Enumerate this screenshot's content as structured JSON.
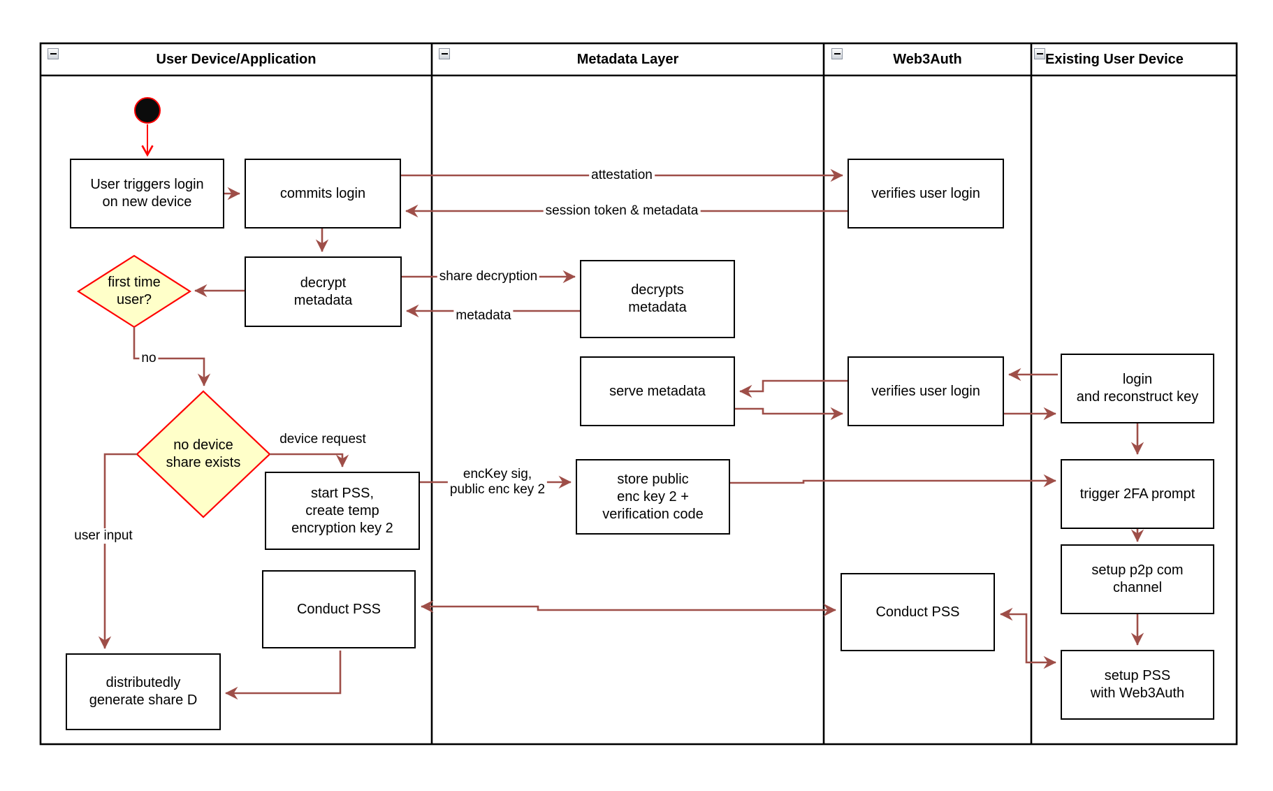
{
  "lanes": [
    {
      "title": "User Device/Application"
    },
    {
      "title": "Metadata Layer"
    },
    {
      "title": "Web3Auth"
    },
    {
      "title": "Existing User Device"
    }
  ],
  "nodes": {
    "trigger": {
      "label": "User triggers login\non new device"
    },
    "commit": {
      "label": "commits login"
    },
    "decrypt": {
      "label": "decrypt\nmetadata"
    },
    "first_time": {
      "label": "first time\nuser?"
    },
    "no_device": {
      "label": "no device\nshare exists"
    },
    "start_pss": {
      "label": "start PSS,\ncreate temp\nencryption key 2"
    },
    "conduct1": {
      "label": "Conduct PSS"
    },
    "dist_gen": {
      "label": "distributedly\ngenerate share D"
    },
    "decrypts": {
      "label": "decrypts\nmetadata"
    },
    "serve": {
      "label": "serve metadata"
    },
    "store": {
      "label": "store public\nenc key 2 +\nverification code"
    },
    "verify1": {
      "label": "verifies user login"
    },
    "verify2": {
      "label": "verifies user login"
    },
    "conduct2": {
      "label": "Conduct PSS"
    },
    "login_rec": {
      "label": "login\nand reconstruct key"
    },
    "tfa": {
      "label": "trigger 2FA prompt"
    },
    "p2p": {
      "label": "setup p2p com\nchannel"
    },
    "setup_pss": {
      "label": "setup PSS\nwith Web3Auth"
    }
  },
  "edge_labels": {
    "attestation": "attestation",
    "session": "session token & metadata",
    "share_decryption": "share decryption",
    "metadata": "metadata",
    "no": "no",
    "device_request": "device request",
    "user_input": "user input",
    "enckey": "encKey sig,\npublic enc key 2"
  },
  "colors": {
    "arrow": "#9e4e48",
    "red": "#ff0000",
    "diamond_fill": "#ffffc9",
    "start_fill": "#0b0b0b"
  }
}
